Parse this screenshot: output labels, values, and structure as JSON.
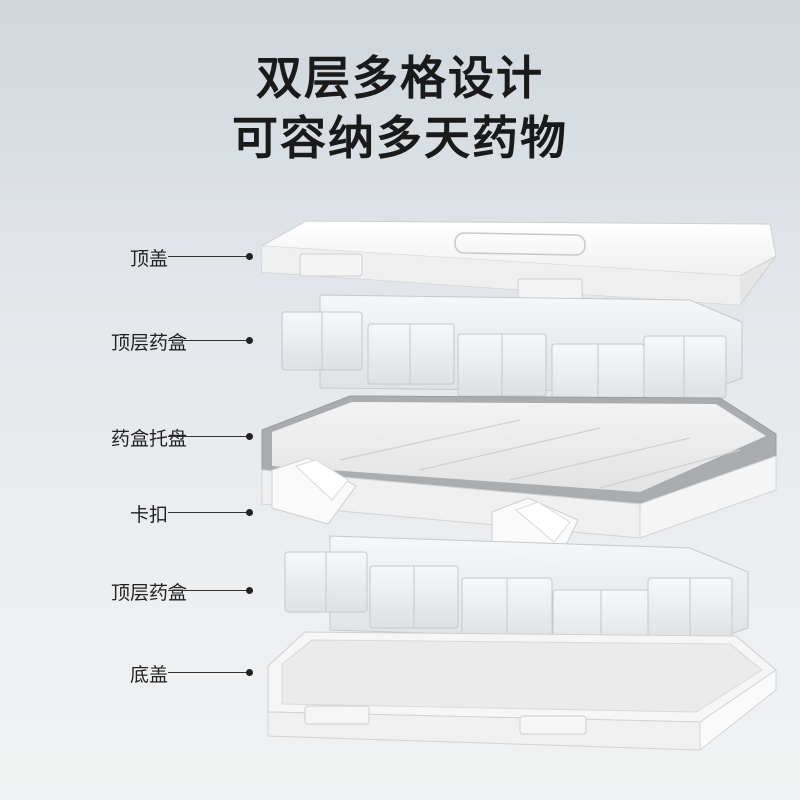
{
  "headline": {
    "line1": "双层多格设计",
    "line2": "可容纳多天药物"
  },
  "callouts": [
    {
      "label": "顶盖"
    },
    {
      "label": "顶层药盒"
    },
    {
      "label": "药盒托盘"
    },
    {
      "label": "卡扣"
    },
    {
      "label": "顶层药盒"
    },
    {
      "label": "底盖"
    }
  ],
  "colors": {
    "text": "#1a1a1a",
    "plastic_white": "#f6f6f6",
    "tray_gray": "#a9acae",
    "clear_box": "#e9ecee"
  }
}
